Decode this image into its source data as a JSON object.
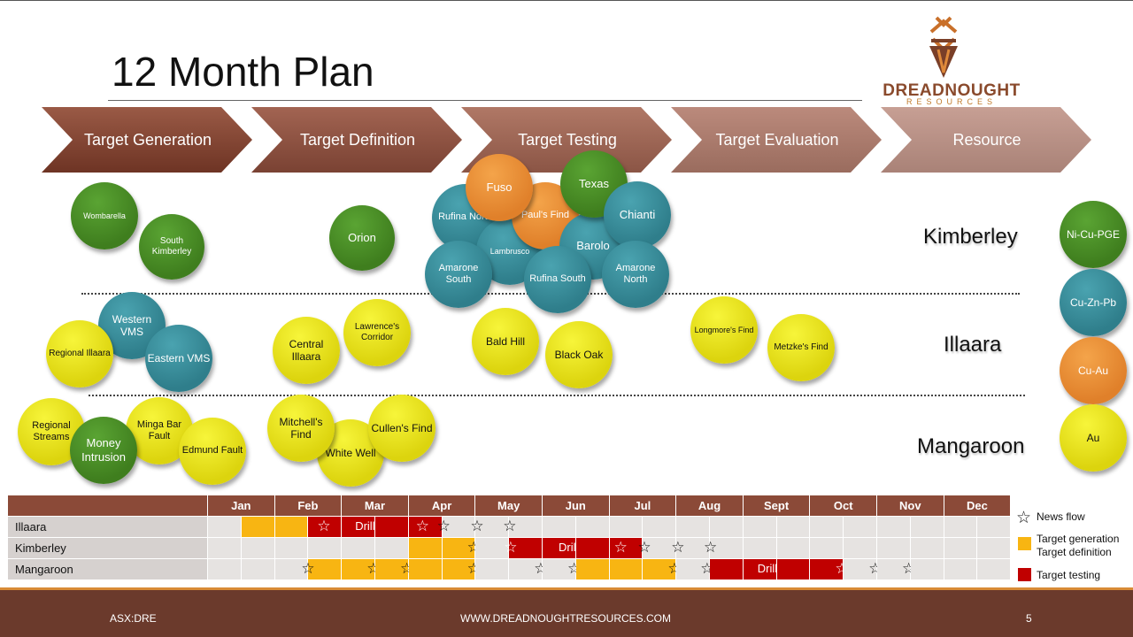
{
  "title": "12 Month Plan",
  "logo": {
    "name": "DREADNOUGHT",
    "sub": "RESOURCES"
  },
  "stages": [
    "Target Generation",
    "Target Definition",
    "Target Testing",
    "Target Evaluation",
    "Resource"
  ],
  "regions": [
    "Kimberley",
    "Illaara",
    "Mangaroon"
  ],
  "targets": {
    "wombarella": "Wombarella",
    "south_kimberley": "South Kimberley",
    "orion": "Orion",
    "fuso": "Fuso",
    "texas": "Texas",
    "rufina_north": "Rufina North",
    "pauls_find": "Paul's Find",
    "chianti": "Chianti",
    "lambrusco": "Lambrusco",
    "barolo": "Barolo",
    "amarone_south": "Amarone South",
    "rufina_south": "Rufina South",
    "amarone_north": "Amarone North",
    "western_vms": "Western VMS",
    "regional_illaara": "Regional Illaara",
    "eastern_vms": "Eastern VMS",
    "central_illaara": "Central Illaara",
    "lawrences_corridor": "Lawrence's Corridor",
    "bald_hill": "Bald Hill",
    "black_oak": "Black Oak",
    "longmores_find": "Longmore's Find",
    "metzkes_find": "Metzke's Find",
    "regional_streams": "Regional Streams",
    "money_intrusion": "Money Intrusion",
    "minga_bar_fault": "Minga Bar Fault",
    "edmund_fault": "Edmund Fault",
    "mitchells_find": "Mitchell's Find",
    "white_well": "White Well",
    "cullens_find": "Cullen's Find"
  },
  "commodities": [
    "Ni-Cu-PGE",
    "Cu-Zn-Pb",
    "Cu-Au",
    "Au"
  ],
  "schedule": {
    "months": [
      "Jan",
      "Feb",
      "Mar",
      "Apr",
      "May",
      "Jun",
      "Jul",
      "Aug",
      "Sept",
      "Oct",
      "Nov",
      "Dec"
    ],
    "rows": [
      {
        "name": "Illaara",
        "drilling": "Drilling"
      },
      {
        "name": "Kimberley",
        "drilling": "Drilling"
      },
      {
        "name": "Mangaroon",
        "drilling": "Drilling"
      }
    ]
  },
  "legend": {
    "news_flow": "News flow",
    "generation": "Target generation",
    "definition": "Target definition",
    "testing": "Target testing"
  },
  "colors": {
    "brown": "#8b4a38",
    "orange": "#f8b512",
    "red": "#c00000",
    "green": "#3f7e1e",
    "teal": "#2f7e8b",
    "yellow": "#dcd40e"
  },
  "footer": {
    "ticker": "ASX:DRE",
    "website": "WWW.DREADNOUGHTRESOURCES.COM",
    "page": "5"
  }
}
